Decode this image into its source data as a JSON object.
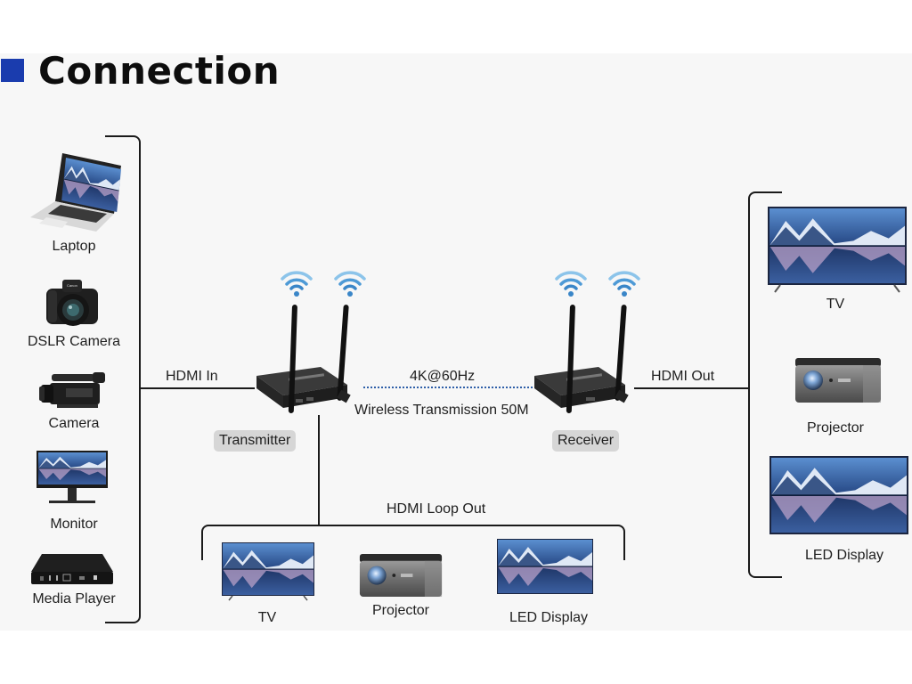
{
  "title": "Connection",
  "colors": {
    "accent_square": "#1a3cae",
    "wifi_blue": "#3a8fd0",
    "dotted_link": "#2e5fa8",
    "pill_bg": "#d6d6d6"
  },
  "sources": [
    {
      "label": "Laptop",
      "icon": "laptop-icon"
    },
    {
      "label": "DSLR Camera",
      "icon": "dslr-camera-icon"
    },
    {
      "label": "Camera",
      "icon": "camcorder-icon"
    },
    {
      "label": "Monitor",
      "icon": "monitor-icon"
    },
    {
      "label": "Media Player",
      "icon": "media-player-icon"
    }
  ],
  "links": {
    "hdmi_in": "HDMI In",
    "hdmi_out": "HDMI Out",
    "hdmi_loop_out": "HDMI Loop Out",
    "wireless_resolution": "4K@60Hz",
    "wireless_range": "Wireless Transmission 50M"
  },
  "devices": {
    "transmitter": "Transmitter",
    "receiver": "Receiver"
  },
  "outputs": [
    {
      "label": "TV",
      "icon": "tv-icon"
    },
    {
      "label": "Projector",
      "icon": "projector-icon"
    },
    {
      "label": "LED Display",
      "icon": "led-display-icon"
    }
  ],
  "loop_outputs": [
    {
      "label": "TV",
      "icon": "tv-icon"
    },
    {
      "label": "Projector",
      "icon": "projector-icon"
    },
    {
      "label": "LED Display",
      "icon": "led-display-icon"
    }
  ]
}
